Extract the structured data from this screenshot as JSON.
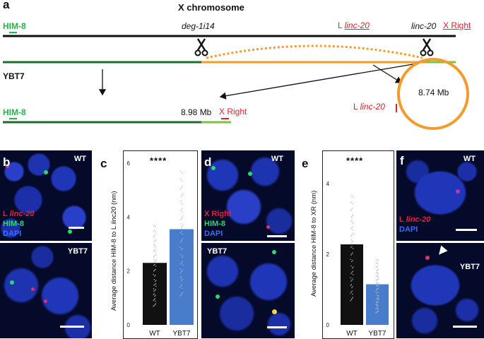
{
  "panel_a": {
    "letter": "a",
    "title": "X chromosome",
    "him8_top": "HIM-8",
    "deg_label": "deg-1i14",
    "l_linc20_top_prefix": "L ",
    "l_linc20_top_italic": "linc-20",
    "linc20_label": "linc-20",
    "x_right_top": "X Right",
    "strain": "YBT7",
    "him8_bottom": "HIM-8",
    "size_linear": "8.98 Mb",
    "x_right_bottom": "X Right",
    "l_linc20_circle_prefix": "L ",
    "l_linc20_circle_italic": "linc-20",
    "size_circle": "8.74 Mb",
    "colors": {
      "green_dark": "#1e6b2e",
      "green_light": "#7dc242",
      "orange": "#f39c2c",
      "red": "#d8232a",
      "him8": "#22b34a"
    }
  },
  "panel_b": {
    "letter": "b",
    "wt": "WT",
    "mut": "YBT7",
    "legend": {
      "l": "L ",
      "linc": "linc-20",
      "him8": "HIM-8",
      "dapi": "DAPI"
    }
  },
  "panel_c": {
    "letter": "c",
    "ylabel_prefix": "Average distance HIM-8 to L ",
    "ylabel_italic": "linc20",
    "ylabel_suffix": " (nm)",
    "significance": "****",
    "chart_data": {
      "type": "bar",
      "categories": [
        "WT",
        "YBT7"
      ],
      "values": [
        2.3,
        3.55
      ],
      "ylim": [
        0,
        6
      ],
      "yticks": [
        "0",
        "2",
        "4",
        "6"
      ],
      "colors": [
        "#111111",
        "#4a7ccc"
      ]
    }
  },
  "panel_d": {
    "letter": "d",
    "wt": "WT",
    "mut": "YBT7",
    "legend": {
      "xr": "X Right",
      "him8": "HIM-8",
      "dapi": "DAPI"
    }
  },
  "panel_e": {
    "letter": "e",
    "ylabel": "Average distance HIM-8 to XR (nm)",
    "significance": "****",
    "chart_data": {
      "type": "bar",
      "categories": [
        "WT",
        "YBT7"
      ],
      "values": [
        2.28,
        1.15
      ],
      "ylim": [
        0,
        4.5
      ],
      "yticks": [
        "0",
        "2",
        "4"
      ],
      "colors": [
        "#111111",
        "#4a7ccc"
      ]
    }
  },
  "panel_f": {
    "letter": "f",
    "wt": "WT",
    "mut": "YBT7",
    "legend": {
      "l": "L ",
      "linc": "linc-20",
      "dapi": "DAPI"
    }
  }
}
